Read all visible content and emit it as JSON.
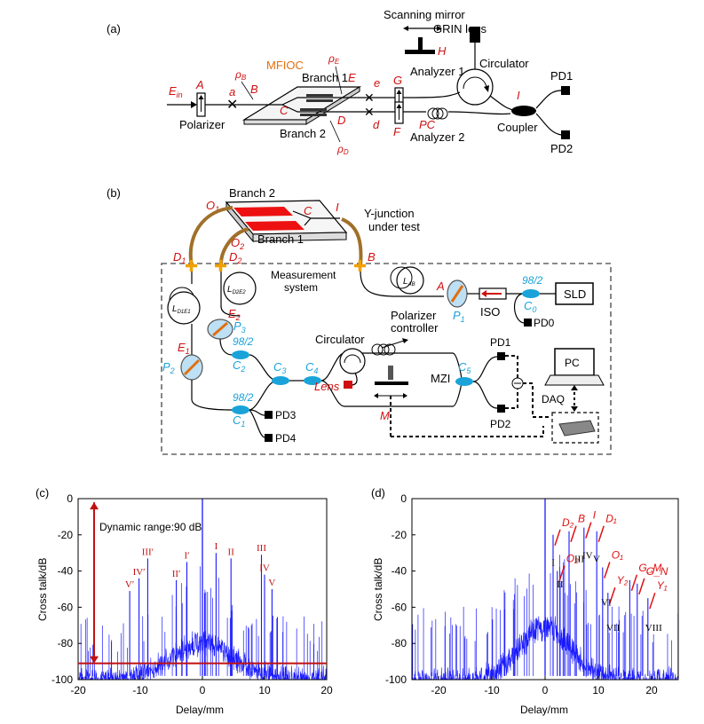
{
  "panel_a": {
    "tag": "(a)",
    "labels": {
      "scanning_mirror": "Scanning mirror",
      "grin_lens": "GRIN lens",
      "analyzer1": "Analyzer 1",
      "analyzer2": "Analyzer 2",
      "circulator": "Circulator",
      "coupler": "Coupler",
      "pc": "PC",
      "pd1": "PD1",
      "pd2": "PD2",
      "polarizer": "Polarizer",
      "mfioc": "MFIOC",
      "branch1": "Branch 1",
      "branch2": "Branch 2",
      "e_in": "E",
      "e_in_sub": "in",
      "pt_A": "A",
      "pt_a": "a",
      "pt_B": "B",
      "pt_C": "C",
      "pt_D": "D",
      "pt_E": "E",
      "pt_e": "e",
      "pt_d": "d",
      "pt_F": "F",
      "pt_G": "G",
      "pt_H": "H",
      "pt_I": "I",
      "rho": "ρ",
      "rho_B": "B",
      "rho_E": "E",
      "rho_D": "D"
    }
  },
  "panel_b": {
    "tag": "(b)",
    "labels": {
      "branch2": "Branch 2",
      "branch1": "Branch 1",
      "yjunction_1": "Y-junction",
      "yjunction_2": "under test",
      "measurement_1": "Measurement",
      "measurement_2": "system",
      "polarizer_ctrl_1": "Polarizer",
      "polarizer_ctrl_2": "controller",
      "circulator": "Circulator",
      "lens": "Lens",
      "mzi": "MZI",
      "iso": "ISO",
      "sld": "SLD",
      "pc": "PC",
      "daq": "DAQ",
      "pd0": "PD0",
      "pd1": "PD1",
      "pd2": "PD2",
      "pd3": "PD3",
      "pd4": "PD4",
      "ratio": "98/2",
      "O1": "O",
      "O1s": "1",
      "O2": "O",
      "O2s": "2",
      "C": "C",
      "I": "I",
      "B": "B",
      "A": "A",
      "M": "M",
      "D1": "D",
      "D1s": "1",
      "D2": "D",
      "D2s": "2",
      "E1": "E",
      "E1s": "1",
      "E2": "E",
      "E2s": "2",
      "P1": "P",
      "P1s": "1",
      "P2": "P",
      "P2s": "2",
      "P3": "P",
      "P3s": "3",
      "C0": "C",
      "C0s": "0",
      "C1": "C",
      "C1s": "1",
      "C2": "C",
      "C2s": "2",
      "C3": "C",
      "C3s": "3",
      "C4": "C",
      "C4s": "4",
      "C5": "C",
      "C5s": "5",
      "L_AB": "L",
      "L_AB_s": "AB",
      "L_D1E1": "L",
      "L_D1E1_s": "D1E1",
      "L_D2E2": "L",
      "L_D2E2_s": "D2E2"
    }
  },
  "chart_data": [
    {
      "type": "line",
      "tag": "(c)",
      "xlabel": "Delay/mm",
      "ylabel": "Cross talk/dB",
      "xlim": [
        -20,
        20
      ],
      "ylim": [
        -100,
        0
      ],
      "xticks": [
        -20,
        -10,
        0,
        10,
        20
      ],
      "yticks": [
        0,
        -20,
        -40,
        -60,
        -80,
        -100
      ],
      "noise_floor_db": -91,
      "annotation": "Dynamic range:90 dB",
      "peaks": [
        {
          "label": "I",
          "x": 2.2,
          "y": -30
        },
        {
          "label": "II",
          "x": 4.6,
          "y": -33
        },
        {
          "label": "III",
          "x": 9.5,
          "y": -31
        },
        {
          "label": "IV",
          "x": 10.0,
          "y": -42
        },
        {
          "label": "V",
          "x": 11.2,
          "y": -50
        },
        {
          "label": "I′",
          "x": -2.5,
          "y": -35
        },
        {
          "label": "II′",
          "x": -4.2,
          "y": -45
        },
        {
          "label": "III′",
          "x": -8.8,
          "y": -33
        },
        {
          "label": "IV′",
          "x": -10.2,
          "y": -44
        },
        {
          "label": "V′",
          "x": -11.7,
          "y": -51
        }
      ],
      "central_peak": {
        "x": 0,
        "y": 0
      }
    },
    {
      "type": "line",
      "tag": "(d)",
      "xlabel": "Delay/mm",
      "ylabel": "Cross talk/dB",
      "xlim": [
        -25,
        25
      ],
      "ylim": [
        -100,
        0
      ],
      "xticks": [
        -20,
        -10,
        0,
        10,
        20
      ],
      "yticks": [
        0,
        -20,
        -40,
        -60,
        -80,
        -100
      ],
      "peaks": [
        {
          "label": "D₂",
          "x": 1.5,
          "y": -20
        },
        {
          "label": "O₂",
          "x": 2.3,
          "y": -40
        },
        {
          "label": "B",
          "x": 4.5,
          "y": -18
        },
        {
          "label": "I",
          "x": 7.3,
          "y": -16
        },
        {
          "label": "D₁",
          "x": 9.7,
          "y": -18
        },
        {
          "label": "O₁",
          "x": 10.8,
          "y": -38
        },
        {
          "label": "Y₂",
          "x": 11.8,
          "y": -52
        },
        {
          "label": "G_M",
          "x": 15.9,
          "y": -45
        },
        {
          "label": "G_N",
          "x": 17.3,
          "y": -47
        },
        {
          "label": "Y₁",
          "x": 19.3,
          "y": -55
        }
      ],
      "roman_labels": [
        "I",
        "II",
        "III",
        "IV",
        "V",
        "VI",
        "VII",
        "VIII"
      ],
      "central_peak": {
        "x": 0,
        "y": 0
      }
    }
  ]
}
